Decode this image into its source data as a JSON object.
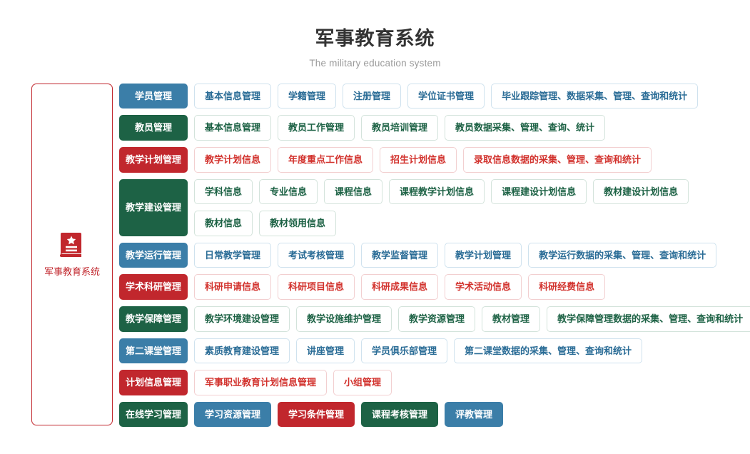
{
  "header": {
    "title": "军事教育系统",
    "subtitle": "The military education system"
  },
  "colors": {
    "blue": "#3b7ea8",
    "green": "#1d6245",
    "red": "#c1272d",
    "title_text": "#333333",
    "subtitle_text": "#9b9b9b",
    "page_background": "#ffffff"
  },
  "root": {
    "icon": "book-star-icon",
    "label": "军事教育系统",
    "color": "#c1272d"
  },
  "tree": {
    "rows": [
      {
        "category": "学员管理",
        "color": "blue",
        "style": "outline",
        "lines": [
          [
            "基本信息管理",
            "学籍管理",
            "注册管理",
            "学位证书管理",
            "毕业跟踪管理、数据采集、管理、查询和统计"
          ]
        ]
      },
      {
        "category": "教员管理",
        "color": "green",
        "style": "outline",
        "lines": [
          [
            "基本信息管理",
            "教员工作管理",
            "教员培训管理",
            "教员数据采集、管理、查询、统计"
          ]
        ]
      },
      {
        "category": "教学计划管理",
        "color": "red",
        "style": "outline",
        "lines": [
          [
            "教学计划信息",
            "年度重点工作信息",
            "招生计划信息",
            "录取信息数据的采集、管理、查询和统计"
          ]
        ]
      },
      {
        "category": "教学建设管理",
        "color": "green",
        "style": "outline",
        "lines": [
          [
            "学科信息",
            "专业信息",
            "课程信息",
            "课程教学计划信息",
            "课程建设计划信息",
            "教材建设计划信息"
          ],
          [
            "教材信息",
            "教材领用信息"
          ]
        ]
      },
      {
        "category": "教学运行管理",
        "color": "blue",
        "style": "outline",
        "lines": [
          [
            "日常教学管理",
            "考试考核管理",
            "教学监督管理",
            "教学计划管理",
            "教学运行数据的采集、管理、查询和统计"
          ]
        ]
      },
      {
        "category": "学术科研管理",
        "color": "red",
        "style": "outline",
        "lines": [
          [
            "科研申请信息",
            "科研项目信息",
            "科研成果信息",
            "学术活动信息",
            "科研经费信息"
          ]
        ]
      },
      {
        "category": "教学保障管理",
        "color": "green",
        "style": "outline",
        "lines": [
          [
            "教学环境建设管理",
            "教学设施维护管理",
            "教学资源管理",
            "教材管理",
            "教学保障管理数据的采集、管理、查询和统计"
          ]
        ]
      },
      {
        "category": "第二课堂管理",
        "color": "blue",
        "style": "outline",
        "lines": [
          [
            "素质教育建设管理",
            "讲座管理",
            "学员俱乐部管理",
            "第二课堂数据的采集、管理、查询和统计"
          ]
        ]
      },
      {
        "category": "计划信息管理",
        "color": "red",
        "style": "outline",
        "lines": [
          [
            "军事职业教育计划信息管理",
            "小组管理"
          ]
        ]
      },
      {
        "category": "在线学习管理",
        "color": "green",
        "style": "filled",
        "lines": [
          [
            "学习资源管理",
            "学习条件管理",
            "课程考核管理",
            "评教管理"
          ]
        ],
        "line_colors": [
          [
            "blue",
            "red",
            "green",
            "blue"
          ]
        ]
      }
    ]
  }
}
